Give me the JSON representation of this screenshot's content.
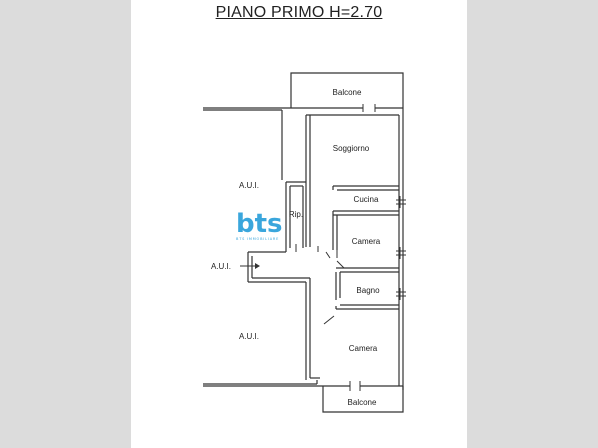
{
  "title": "PIANO PRIMO H=2.70",
  "rooms": {
    "balcone_top": "Balcone",
    "soggiorno": "Soggiorno",
    "cucina": "Cucina",
    "rip": "Rip.",
    "camera_1": "Camera",
    "bagno": "Bagno",
    "camera_2": "Camera",
    "balcone_bottom": "Balcone"
  },
  "adjacent": {
    "aui_top": "A.U.I.",
    "aui_entrance": "A.U.I.",
    "aui_bottom": "A.U.I."
  },
  "logo": {
    "mark": "bts",
    "subtitle": "BTS IMMOBILIARE"
  },
  "colors": {
    "background": "#dcdcdc",
    "sheet": "#ffffff",
    "wall": "#333333",
    "logo": "#3aa6dc"
  }
}
